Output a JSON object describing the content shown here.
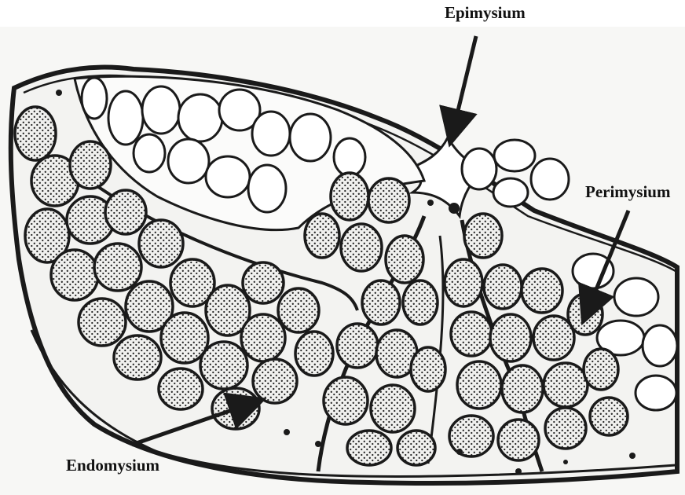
{
  "labels": {
    "epimysium": "Epimysium",
    "perimysium": "Perimysium",
    "endomysium": "Endomysium"
  },
  "colors": {
    "ink": "#1a1a1a",
    "paper": "#f4f4f2",
    "background": "#ffffff"
  }
}
